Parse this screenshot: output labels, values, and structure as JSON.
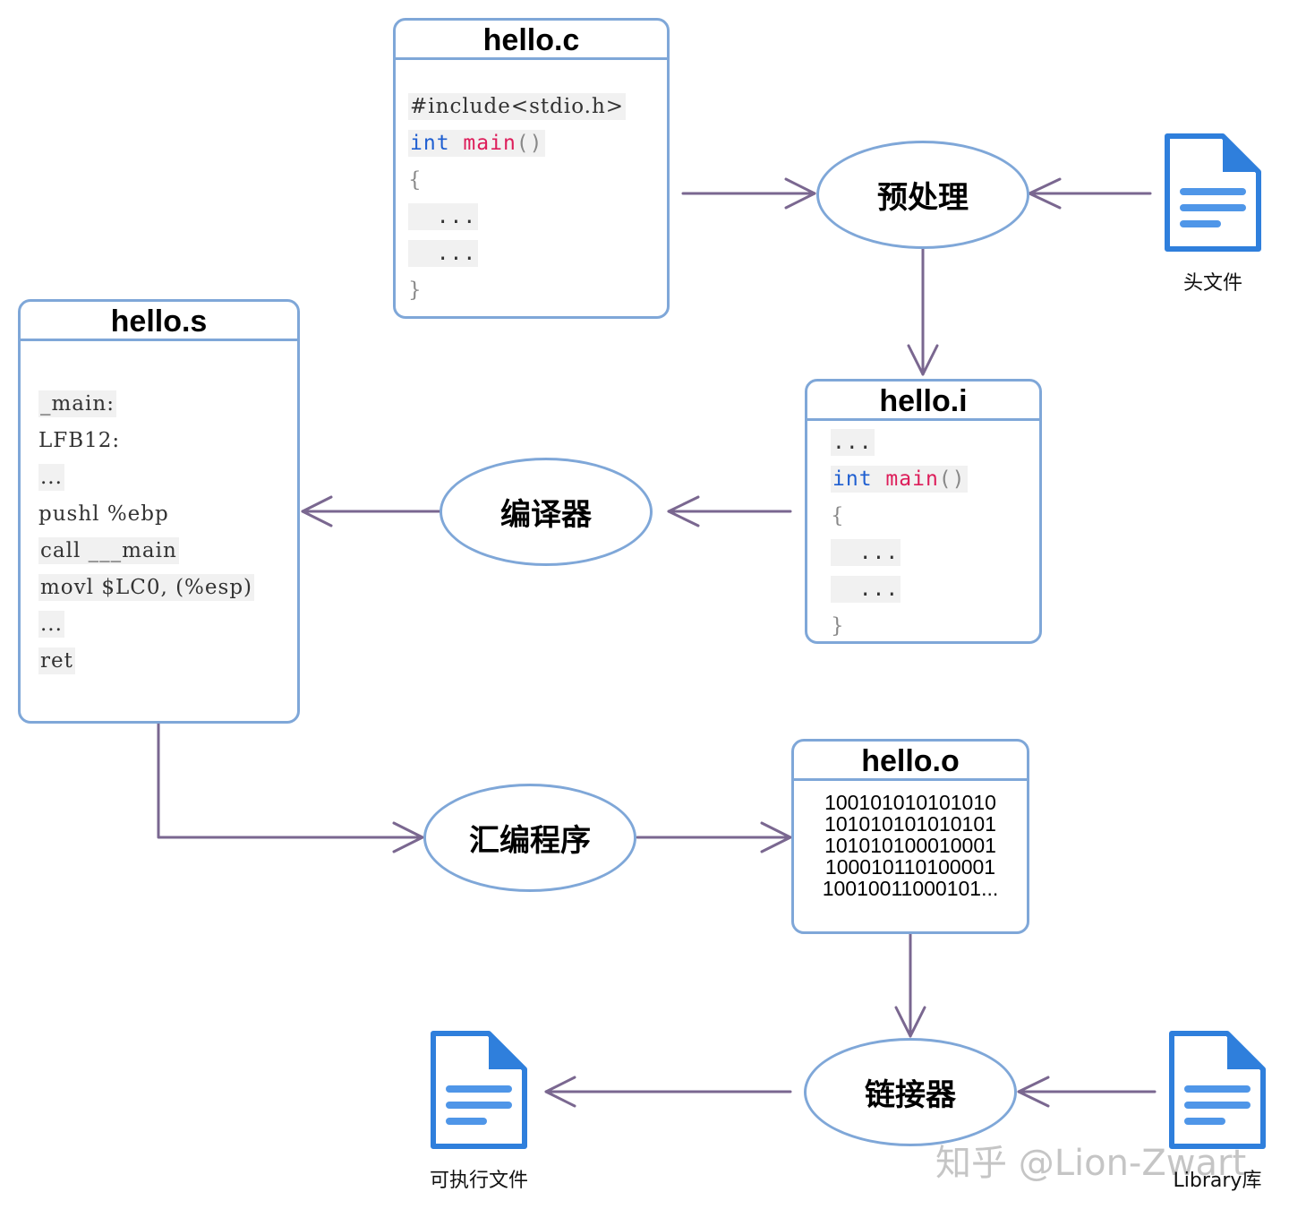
{
  "hello_c": {
    "title": "hello.c",
    "lines": [
      "#include<stdio.h>",
      "int",
      "main",
      "()",
      "{",
      "...",
      "...",
      "}"
    ]
  },
  "hello_i": {
    "title": "hello.i",
    "lines": [
      "...",
      "int",
      "main",
      "()",
      "{",
      "...",
      "...",
      "}"
    ]
  },
  "hello_s": {
    "title": "hello.s",
    "lines": [
      "_main:",
      "LFB12:",
      "...",
      "pushl %ebp",
      "call ___main",
      "movl $LC0, (%esp)",
      "...",
      "ret"
    ]
  },
  "hello_o": {
    "title": "hello.o",
    "lines": [
      "100101010101010",
      "101010101010101",
      "101010100010001",
      "100010110100001",
      "10010011000101..."
    ]
  },
  "steps": {
    "preprocess": "预处理",
    "compiler": "编译器",
    "assembler": "汇编程序",
    "linker": "链接器"
  },
  "files": {
    "header": "头文件",
    "executable": "可执行文件",
    "library": "Library库"
  },
  "watermark": "知乎 @Lion-Zwart",
  "colors": {
    "box_border": "#7fa7d8",
    "arrow": "#7a6790",
    "file_icon": "#2f7fdc",
    "keyword": "#1f5fd1",
    "function": "#dd1d5a"
  }
}
